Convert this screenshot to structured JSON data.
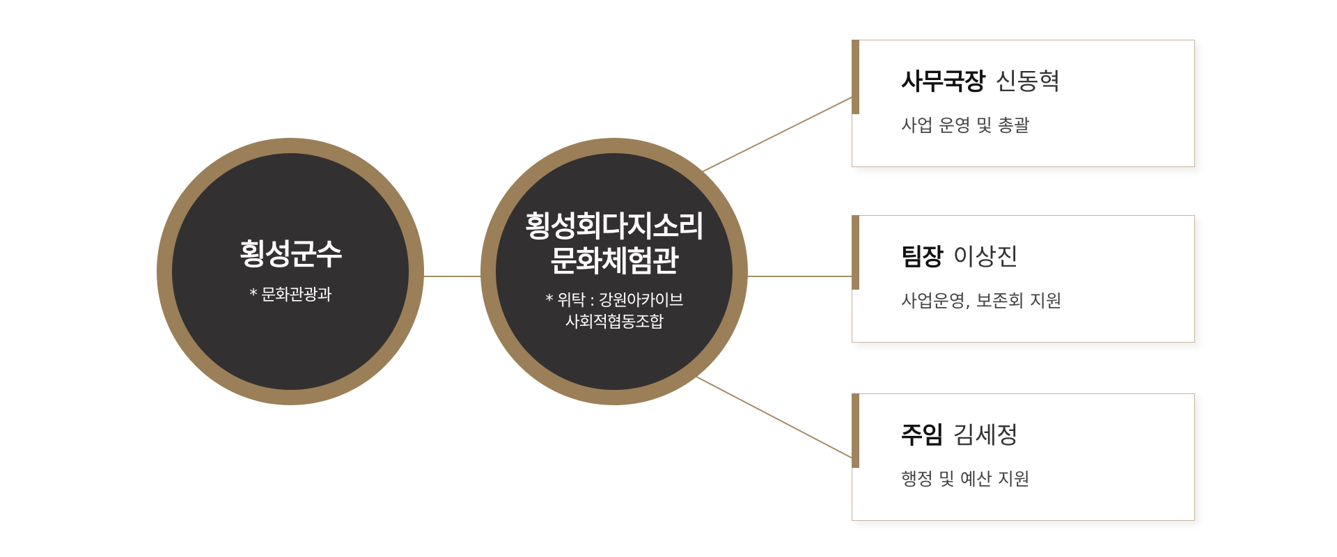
{
  "nodes": [
    {
      "title": "횡성군수",
      "subtitle": "* 문화관광과"
    },
    {
      "title": "횡성회다지소리\n문화체험관",
      "subtitle": "* 위탁 : 강원아카이브\n사회적협동조합"
    }
  ],
  "staff": [
    {
      "role": "사무국장",
      "name": "신동혁",
      "duty": "사업 운영 및 총괄"
    },
    {
      "role": "팀장",
      "name": "이상진",
      "duty": "사업운영, 보존회 지원"
    },
    {
      "role": "주임",
      "name": "김세정",
      "duty": "행정 및 예산 지원"
    }
  ],
  "colors": {
    "ring": "#9a7f58",
    "circle": "#333031",
    "accent": "#9f845e",
    "line": "#a68b64",
    "border": "#c7b49a"
  }
}
